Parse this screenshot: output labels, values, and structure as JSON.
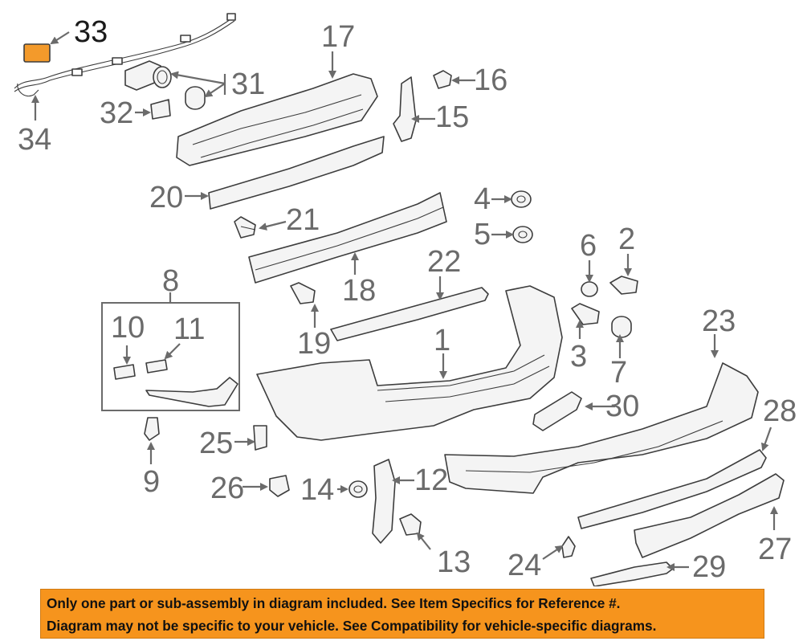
{
  "diagram": {
    "highlighted_part": "33",
    "callouts": {
      "c1": "1",
      "c2": "2",
      "c3": "3",
      "c4": "4",
      "c5": "5",
      "c6": "6",
      "c7": "7",
      "c8": "8",
      "c9": "9",
      "c10": "10",
      "c11": "11",
      "c12": "12",
      "c13": "13",
      "c14": "14",
      "c15": "15",
      "c16": "16",
      "c17": "17",
      "c18": "18",
      "c19": "19",
      "c20": "20",
      "c21": "21",
      "c22": "22",
      "c23": "23",
      "c24": "24",
      "c25": "25",
      "c26": "26",
      "c27": "27",
      "c28": "28",
      "c29": "29",
      "c30": "30",
      "c31": "31",
      "c32": "32",
      "c33": "33",
      "c34": "34"
    },
    "colors": {
      "highlight": "#f39a2b",
      "label": "#6b6b6b",
      "banner": "#f6941d"
    }
  },
  "notice": {
    "line1": "Only one part or sub-assembly in diagram included. See Item Specifics for Reference #.",
    "line2": "Diagram may not be specific to your vehicle. See Compatibility for vehicle-specific diagrams."
  }
}
